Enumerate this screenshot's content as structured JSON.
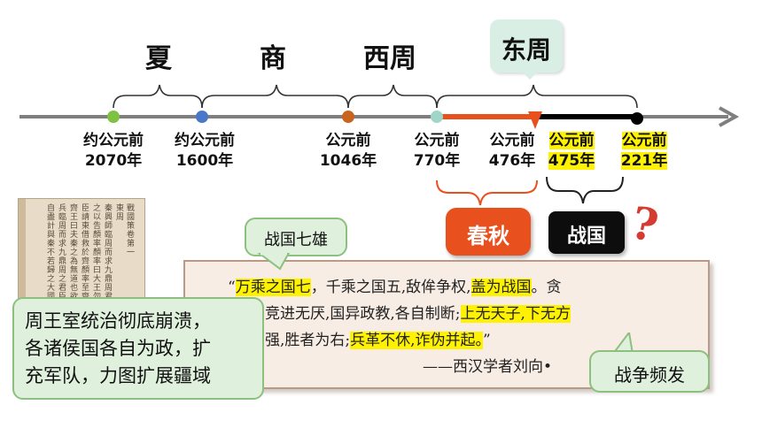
{
  "dynasties": {
    "xia": "夏",
    "shang": "商",
    "western_zhou": "西周",
    "eastern_zhou": "东周"
  },
  "timeline": {
    "points": [
      {
        "line1": "约公元前",
        "line2": "2070年",
        "dot_color": "#7dc242"
      },
      {
        "line1": "约公元前",
        "line2": "1600年",
        "dot_color": "#4a78c9"
      },
      {
        "line1": "公元前",
        "line2": "1046年",
        "dot_color": "#c8641f"
      },
      {
        "line1": "公元前",
        "line2": "770年",
        "dot_color": "#9fd6c7"
      },
      {
        "line1": "公元前",
        "line2": "476年",
        "dot_color": "#e8501e"
      },
      {
        "line1": "公元前",
        "line2": "475年",
        "dot_color": "#000000",
        "highlight": true
      },
      {
        "line1": "公元前",
        "line2": "221年",
        "dot_color": "#111111",
        "highlight": true
      }
    ],
    "colors": {
      "axis": "#7f7f7f",
      "spring_autumn": "#e8501e",
      "warring_states": "#000000"
    }
  },
  "periods": {
    "spring_autumn": "春秋",
    "warring_states": "战国",
    "question_mark": "?"
  },
  "callouts": {
    "seven_powers": "战国七雄",
    "royal_collapse_line1": "周王室统治彻底崩溃，",
    "royal_collapse_line2": "各诸侯国各自为政，扩",
    "royal_collapse_line3": "充军队，力图扩展疆域",
    "frequent_wars": "战争频发"
  },
  "quote": {
    "l1_open": "“",
    "l1_hl1": "万乘之国七",
    "l1_mid": "，千乘之国五,敌侔争权,",
    "l1_hl2": "盖为战国",
    "l1_end": "。贪",
    "l2_start": "竞进无厌,国异政教,各自制断;",
    "l2_hl": "上无天子,下无方",
    "l3_start": "强,胜者为右;",
    "l3_hl": "兵革不休,诈伪并起。",
    "l3_end": "”",
    "source": "——西汉学者刘向•"
  },
  "book_text": [
    "戰國策卷第一",
    "東周",
    "秦興師臨周而求九鼎周君患",
    "之以告顏率顏率曰大王勿憂",
    "臣請東借救於齊顏率至齊謂",
    "齊王曰夫秦之為無道也欲興",
    "兵臨周而求九鼎周之君臣內",
    "自盡計與秦不若歸之大國"
  ]
}
